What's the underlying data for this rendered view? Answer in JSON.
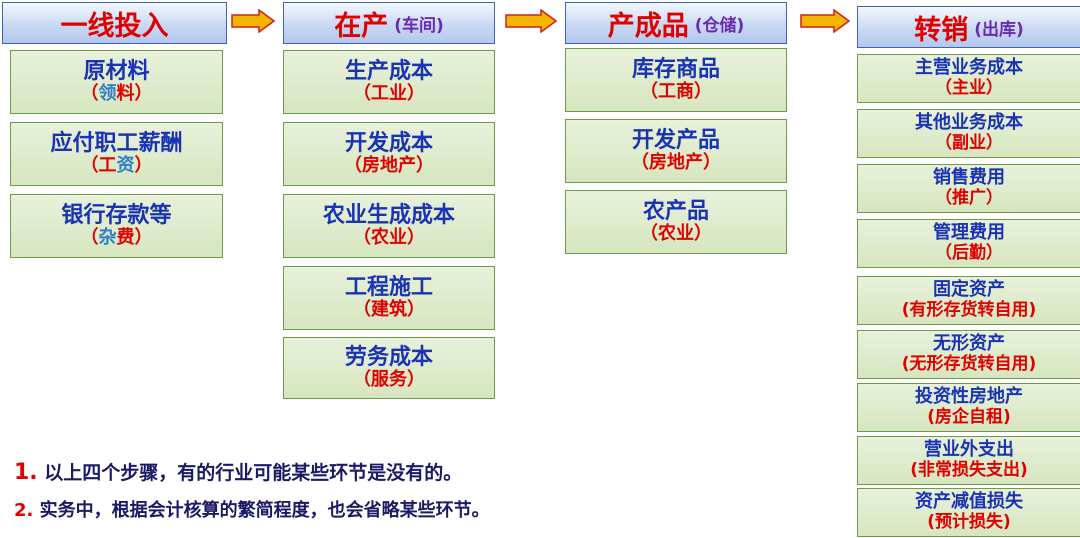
{
  "headers": [
    {
      "main": "一线投入",
      "sub": ""
    },
    {
      "main": "在产",
      "sub": "(车间)"
    },
    {
      "main": "产成品",
      "sub": "(仓储)"
    },
    {
      "main": "转销",
      "sub": "(出库)"
    }
  ],
  "col1": [
    {
      "title": "原材料",
      "open": "（",
      "hl": "领",
      "rest": "料",
      "close": "）"
    },
    {
      "title": "应付职工薪酬",
      "open": "（",
      "hl": "工",
      "rest": "资",
      "close": "）"
    },
    {
      "title": "银行存款等",
      "open": "（",
      "hl": "杂",
      "rest": "费",
      "close": "）"
    }
  ],
  "col2": [
    {
      "title": "生产成本",
      "sub": "（工业）"
    },
    {
      "title": "开发成本",
      "sub": "（房地产）"
    },
    {
      "title": "农业生成成本",
      "sub": "（农业）"
    },
    {
      "title": "工程施工",
      "sub": "（建筑）"
    },
    {
      "title": "劳务成本",
      "sub": "（服务）"
    }
  ],
  "col3": [
    {
      "title": "库存商品",
      "sub": "（工商）"
    },
    {
      "title": "开发产品",
      "sub": "（房地产）"
    },
    {
      "title": "农产品",
      "sub": "（农业）"
    }
  ],
  "col4": [
    {
      "title": "主营业务成本",
      "sub": "（主业）"
    },
    {
      "title": "其他业务成本",
      "sub": "（副业）"
    },
    {
      "title": "销售费用",
      "sub": "（推广）"
    },
    {
      "title": "管理费用",
      "sub": "（后勤）"
    },
    {
      "title": "固定资产",
      "sub": "(有形存货转自用)"
    },
    {
      "title": "无形资产",
      "sub": "(无形存货转自用)"
    },
    {
      "title": "投资性房地产",
      "sub": "(房企自租)"
    },
    {
      "title": "营业外支出",
      "sub": "(非常损失支出)"
    },
    {
      "title": "资产减值损失",
      "sub": "(预计损失)"
    }
  ],
  "notes": [
    {
      "num": "1.",
      "text": "以上四个步骤，有的行业可能某些环节是没有的。"
    },
    {
      "num": "2.",
      "text": "实务中，根据会计核算的繁简程度，也会省略某些环节。"
    }
  ],
  "colors": {
    "title": "#1a33b3",
    "accent": "#e00000",
    "box_fill": "#d6e6bf",
    "header_fill": "#c9d9f3",
    "arrow": "#f5b400"
  }
}
